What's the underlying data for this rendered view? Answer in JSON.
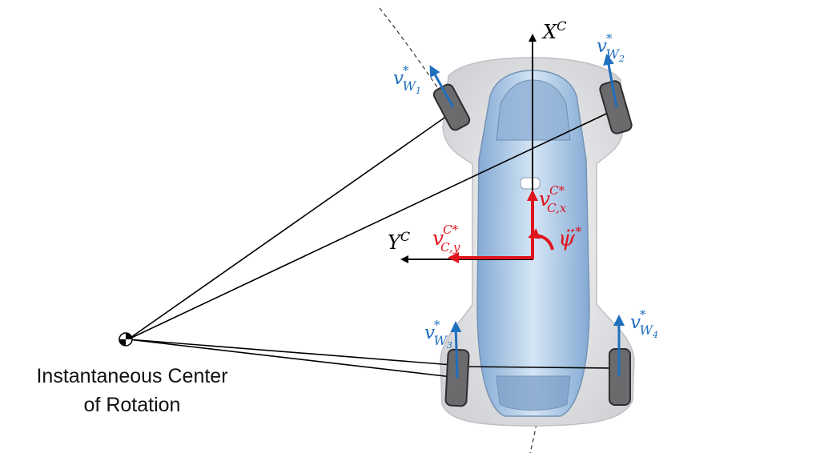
{
  "axes": {
    "x_axis_base": "X",
    "x_axis_sup": "C",
    "y_axis_base": "Y",
    "y_axis_sup": "C"
  },
  "velocities": {
    "wheel_1": {
      "base": "v",
      "sup": "*",
      "sub": "W",
      "subsub": "1"
    },
    "wheel_2": {
      "base": "v",
      "sup": "*",
      "sub": "W",
      "subsub": "2"
    },
    "wheel_3": {
      "base": "v",
      "sup": "*",
      "sub": "W",
      "subsub": "3"
    },
    "wheel_4": {
      "base": "v",
      "sup": "*",
      "sub": "W",
      "subsub": "4"
    },
    "body_x": {
      "base": "v",
      "sup": "C*",
      "sub": "C,x"
    },
    "body_y": {
      "base": "v",
      "sup": "C*",
      "sub": "C,y"
    },
    "yaw_accel": {
      "base": "ψ̈",
      "sup": "*"
    }
  },
  "icr": {
    "line1": "Instantaneous Center",
    "line2": "of Rotation"
  },
  "colors": {
    "wheel_arrow": "#1f6fbf",
    "body_arrow": "#e0141c",
    "axis": "#000000",
    "body_glass": "#a9c8e8",
    "body_shell": "#e6e6e8"
  }
}
